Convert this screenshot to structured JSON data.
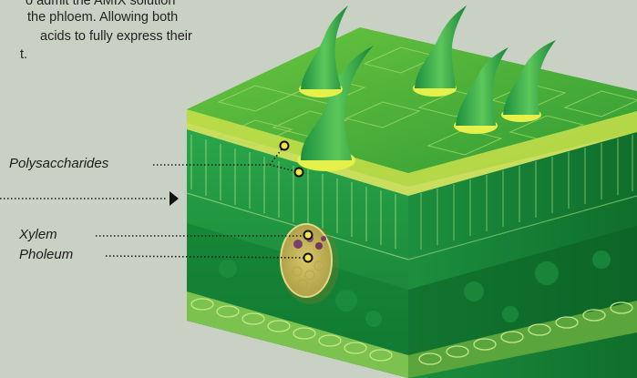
{
  "intro_text": {
    "line_0": "o admit the AMIX solution",
    "line_1": "the phloem. Allowing both",
    "line_2": "acids to fully express their",
    "line_3": "t."
  },
  "labels": {
    "polysaccharides": "Polysaccharides",
    "xylem": "Xylem",
    "pholeum": "Pholeum"
  },
  "colors": {
    "background": "#c9d1c4",
    "epidermis_top": "#3fae3a",
    "cell_green": "#1f9a3b",
    "dark_green": "#0d6b2a",
    "trichome": "#2aa84a",
    "highlight_yellow": "#e6f04a",
    "vein_tan": "#c9b65a"
  }
}
